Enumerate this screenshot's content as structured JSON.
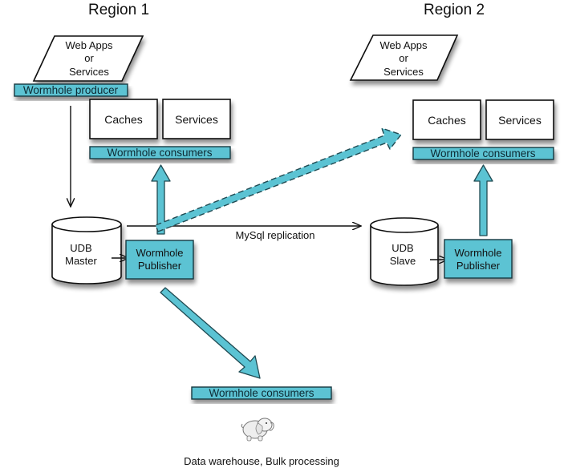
{
  "regions": [
    {
      "title": "Region 1",
      "web_apps": [
        "Web Apps",
        "or",
        "Services"
      ],
      "producer_label": "Wormhole producer",
      "caches_label": "Caches",
      "services_label": "Services",
      "consumers_label": "Wormhole consumers",
      "db_lines": [
        "UDB",
        "Master"
      ],
      "publisher_lines": [
        "Wormhole",
        "Publisher"
      ]
    },
    {
      "title": "Region 2",
      "web_apps": [
        "Web Apps",
        "or",
        "Services"
      ],
      "caches_label": "Caches",
      "services_label": "Services",
      "consumers_label": "Wormhole consumers",
      "db_lines": [
        "UDB",
        "Slave"
      ],
      "publisher_lines": [
        "Wormhole",
        "Publisher"
      ]
    }
  ],
  "replication_label": "MySql replication",
  "bulk": {
    "consumers_label": "Wormhole consumers",
    "icon": "hadoop-elephant-icon",
    "caption": "Data warehouse, Bulk processing"
  },
  "colors": {
    "accent": "#5bc3d3",
    "outline": "#111111"
  }
}
